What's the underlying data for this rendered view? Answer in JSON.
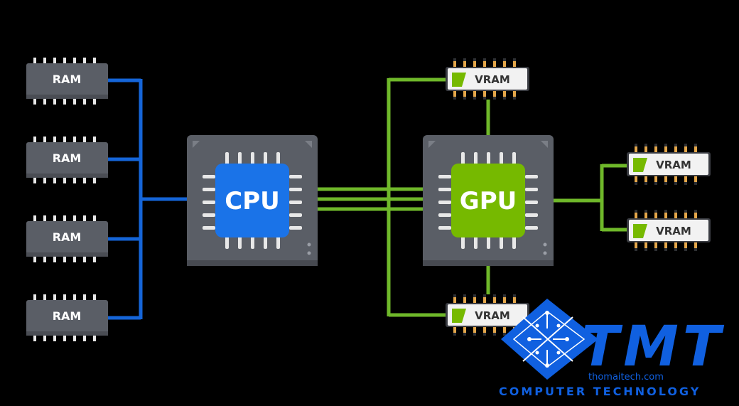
{
  "ram_modules": [
    {
      "label": "RAM"
    },
    {
      "label": "RAM"
    },
    {
      "label": "RAM"
    },
    {
      "label": "RAM"
    }
  ],
  "cpu": {
    "label": "CPU",
    "color": "#1a73e8"
  },
  "gpu": {
    "label": "GPU",
    "color": "#76b900"
  },
  "vram_modules": [
    {
      "label": "VRAM"
    },
    {
      "label": "VRAM"
    },
    {
      "label": "VRAM"
    },
    {
      "label": "VRAM"
    }
  ],
  "colors": {
    "cpu_bus": "#1565d8",
    "gpu_bus": "#6fb82a",
    "chip_body": "#5a5e66",
    "pin_gold": "#e3a64a",
    "pin_white": "#e8e8e8",
    "logo": "#1060e0"
  },
  "watermark": {
    "brand": "TMT",
    "site": "thomaitech.com",
    "tagline": "COMPUTER TECHNOLOGY"
  }
}
